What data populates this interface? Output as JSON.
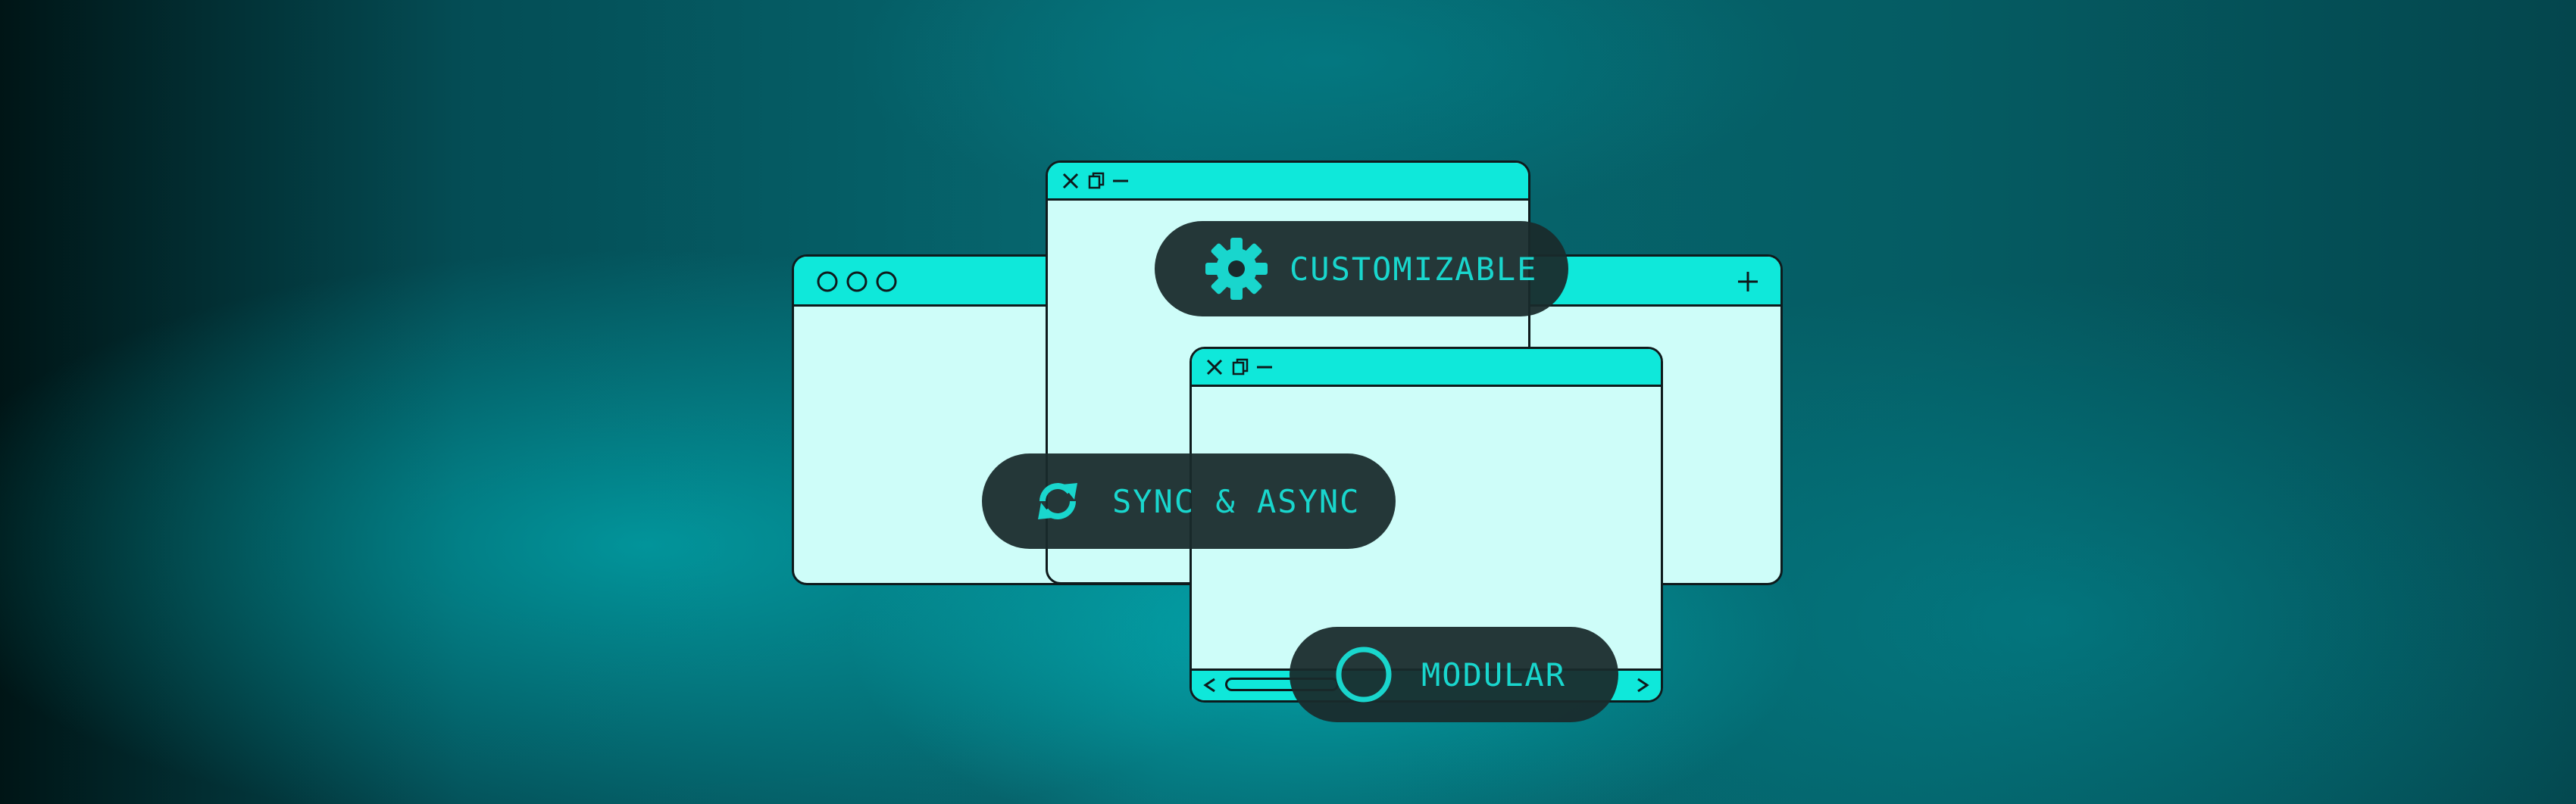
{
  "colors": {
    "window_fill": "#cefdf9",
    "titlebar_fill": "#0fe8da",
    "outline": "#0e1a1c",
    "pill_fill": "#192a2c",
    "accent": "#19d6cd"
  },
  "windows": [
    {
      "name": "back-window",
      "controls": [
        "circle-icon",
        "circle-icon",
        "circle-icon",
        "plus-icon"
      ]
    },
    {
      "name": "middle-window",
      "controls": [
        "close-icon",
        "copy-icon",
        "minimize-icon"
      ]
    },
    {
      "name": "front-window",
      "controls": [
        "close-icon",
        "copy-icon",
        "minimize-icon",
        "chevron-left-icon",
        "chevron-right-icon"
      ]
    }
  ],
  "badges": {
    "customizable": {
      "label": "CUSTOMIZABLE",
      "icon": "gear-icon"
    },
    "sync": {
      "label": "SYNC & ASYNC",
      "icon": "sync-icon"
    },
    "modular": {
      "label": "MODULAR",
      "icon": "circle-icon"
    }
  }
}
